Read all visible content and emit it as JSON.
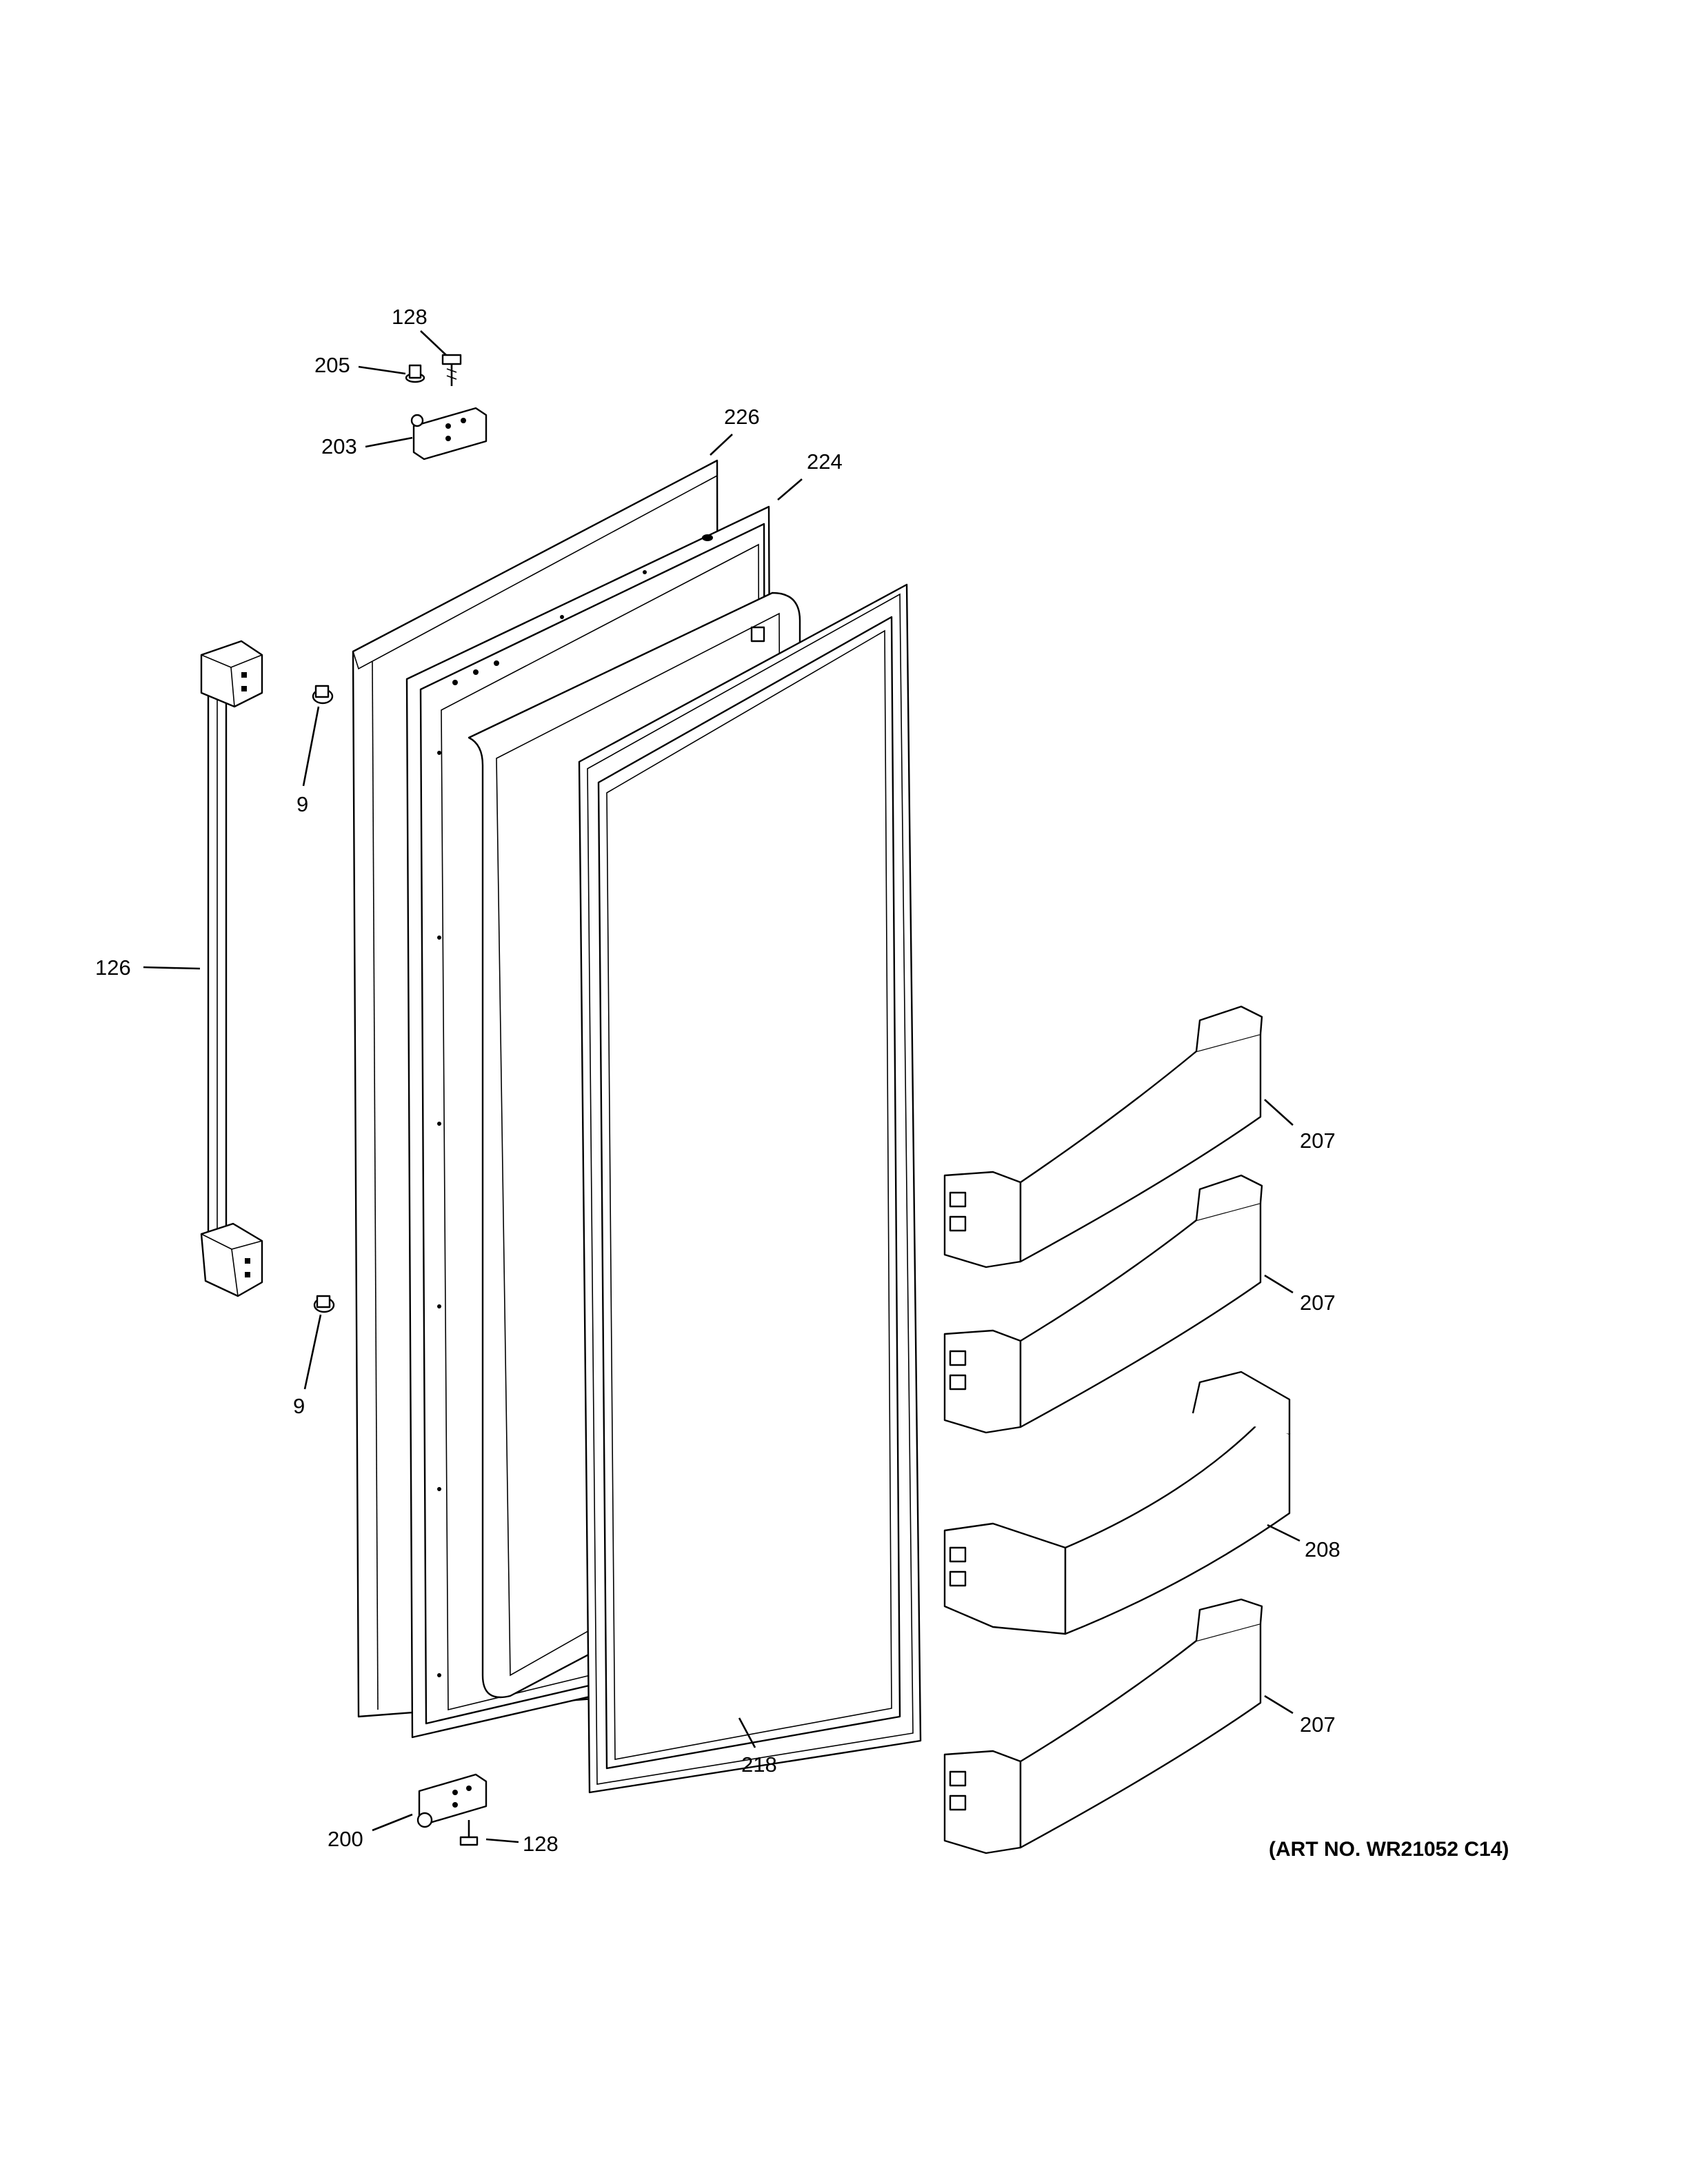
{
  "callouts": {
    "c128_top": "128",
    "c205": "205",
    "c203": "203",
    "c226": "226",
    "c224": "224",
    "c9_top": "9",
    "c126": "126",
    "c9_bottom": "9",
    "c207_a": "207",
    "c207_b": "207",
    "c208": "208",
    "c207_c": "207",
    "c218": "218",
    "c200": "200",
    "c128_bottom": "128"
  },
  "art_number": "(ART NO. WR21052 C14)"
}
